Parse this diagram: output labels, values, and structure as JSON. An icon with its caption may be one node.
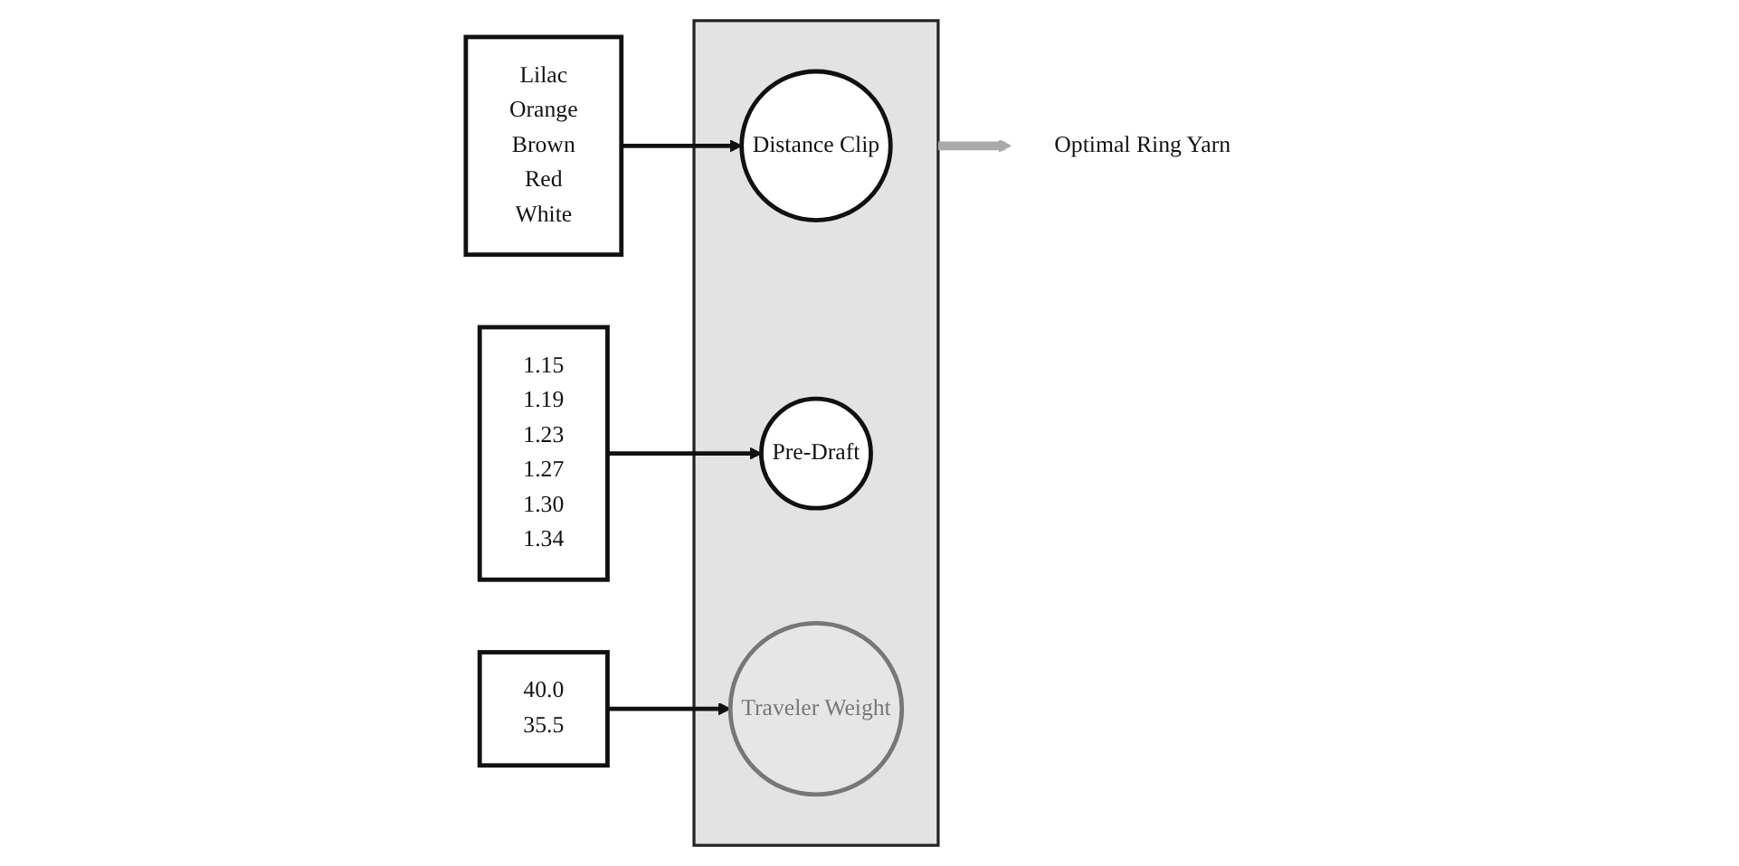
{
  "diagram": {
    "nodes": [
      {
        "text": [],
        "shape": "funnel"
      },
      {
        "text": [
          "Distance Clip"
        ],
        "in": 0
      },
      {
        "text": [
          "Pre-Draft"
        ],
        "in": 0
      },
      {
        "text": [
          "Traveler Weight"
        ],
        "in": 0
      },
      {
        "text": [
          "Lilac",
          "Orange",
          "Brown",
          "Red",
          "White"
        ]
      },
      {
        "text": [
          "1.15",
          "1.19",
          "1.23",
          "1.27",
          "1.30",
          "1.34"
        ]
      },
      {
        "text": [
          "40.0",
          "35.5"
        ]
      },
      {
        "text": [
          "Optimal Ring Yarn"
        ]
      }
    ],
    "edges": [
      {
        "from": 4,
        "to": 1,
        "arrow": "to"
      },
      {
        "from": 5,
        "to": 2,
        "arrow": "to"
      },
      {
        "from": 6,
        "to": 3,
        "arrow": "to"
      },
      {
        "from": 0,
        "to": 7,
        "arrow": "to",
        "style": "thick",
        "color": "#aaaaaa"
      }
    ]
  }
}
